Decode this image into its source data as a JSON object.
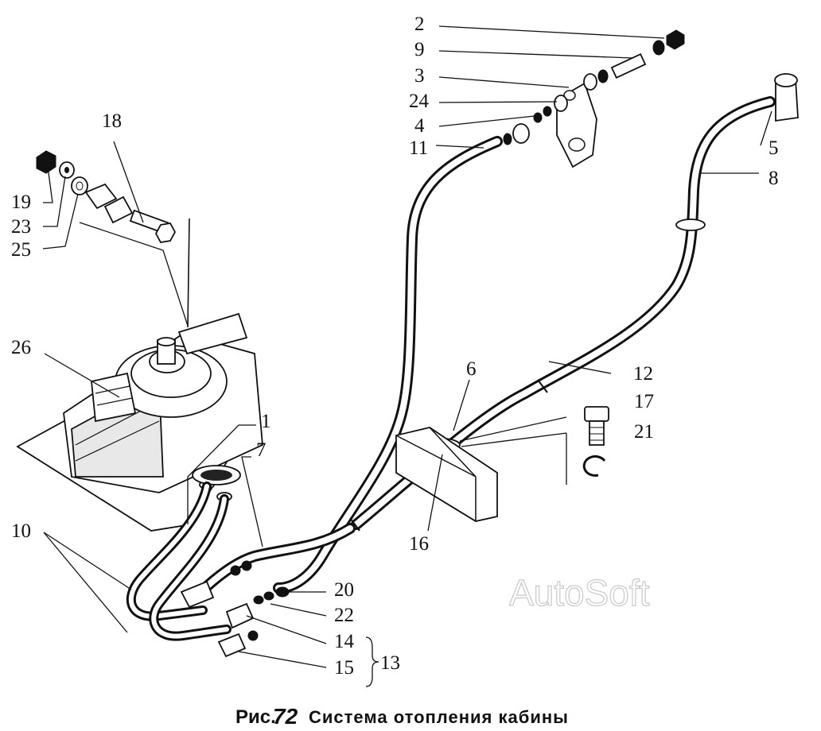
{
  "figure": {
    "caption_prefix": "Рис.",
    "caption_number": "72",
    "caption_text": "Система отопления кабины"
  },
  "watermark": "AutoSoft",
  "callouts": {
    "c2": "2",
    "c9": "9",
    "c3": "3",
    "c24": "24",
    "c4": "4",
    "c11": "11",
    "c5": "5",
    "c8": "8",
    "c18": "18",
    "c19": "19",
    "c23": "23",
    "c25": "25",
    "c26": "26",
    "c1": "1",
    "c7": "7",
    "c6": "6",
    "c12": "12",
    "c17": "17",
    "c21": "21",
    "c16": "16",
    "c10": "10",
    "c20": "20",
    "c22": "22",
    "c14": "14",
    "c15": "15",
    "c13": "13"
  }
}
